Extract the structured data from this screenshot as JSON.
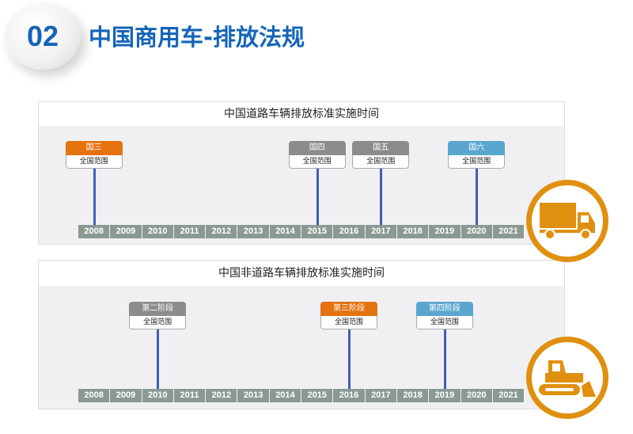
{
  "header": {
    "number": "02",
    "title": "中国商用车-排放法规"
  },
  "colors": {
    "orange": "#e3720f",
    "gray": "#8c8c8c",
    "blue": "#5aa6cf",
    "icon": "#e0900f"
  },
  "panels": [
    {
      "title": "中国道路车辆排放标准实施时间",
      "years": [
        "2008",
        "2009",
        "2010",
        "2011",
        "2012",
        "2013",
        "2014",
        "2015",
        "2016",
        "2017",
        "2018",
        "2019",
        "2020",
        "2021"
      ],
      "markers": [
        {
          "label": "国三",
          "scope": "全国范围",
          "year": "2008",
          "color": "orange"
        },
        {
          "label": "国四",
          "scope": "全国范围",
          "year": "2015",
          "color": "gray"
        },
        {
          "label": "国五",
          "scope": "全国范围",
          "year": "2017",
          "color": "gray"
        },
        {
          "label": "国六",
          "scope": "全国范围",
          "year": "2020",
          "color": "blue"
        }
      ]
    },
    {
      "title": "中国非道路车辆排放标准实施时间",
      "years": [
        "2008",
        "2009",
        "2010",
        "2011",
        "2012",
        "2013",
        "2014",
        "2015",
        "2016",
        "2017",
        "2018",
        "2019",
        "2020",
        "2021"
      ],
      "markers": [
        {
          "label": "第二阶段",
          "scope": "全国范围",
          "year": "2010",
          "color": "gray"
        },
        {
          "label": "第三阶段",
          "scope": "全国范围",
          "year": "2016",
          "color": "orange"
        },
        {
          "label": "第四阶段",
          "scope": "全国范围",
          "year": "2019",
          "color": "blue"
        }
      ]
    }
  ],
  "icons": [
    "truck-icon",
    "bulldozer-icon"
  ]
}
